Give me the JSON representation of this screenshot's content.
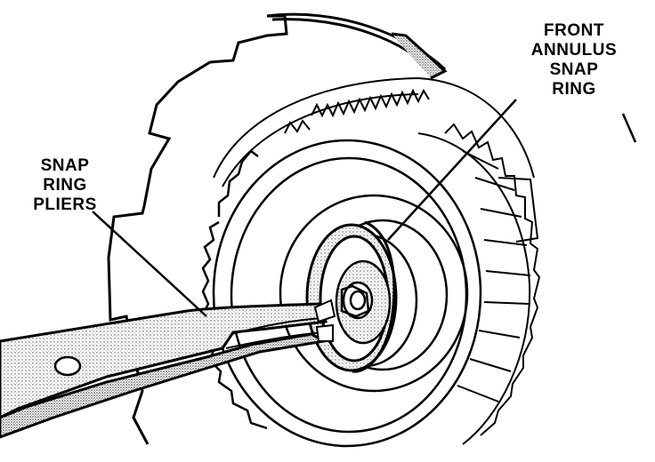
{
  "labels": {
    "snap_ring_pliers": [
      "SNAP",
      "RING",
      "PLIERS"
    ],
    "front_annulus_snap_ring": [
      "FRONT",
      "ANNULUS",
      "SNAP",
      "RING"
    ]
  },
  "colors": {
    "ink": "#000000",
    "paper": "#ffffff",
    "shade": "#bdbdbd"
  }
}
